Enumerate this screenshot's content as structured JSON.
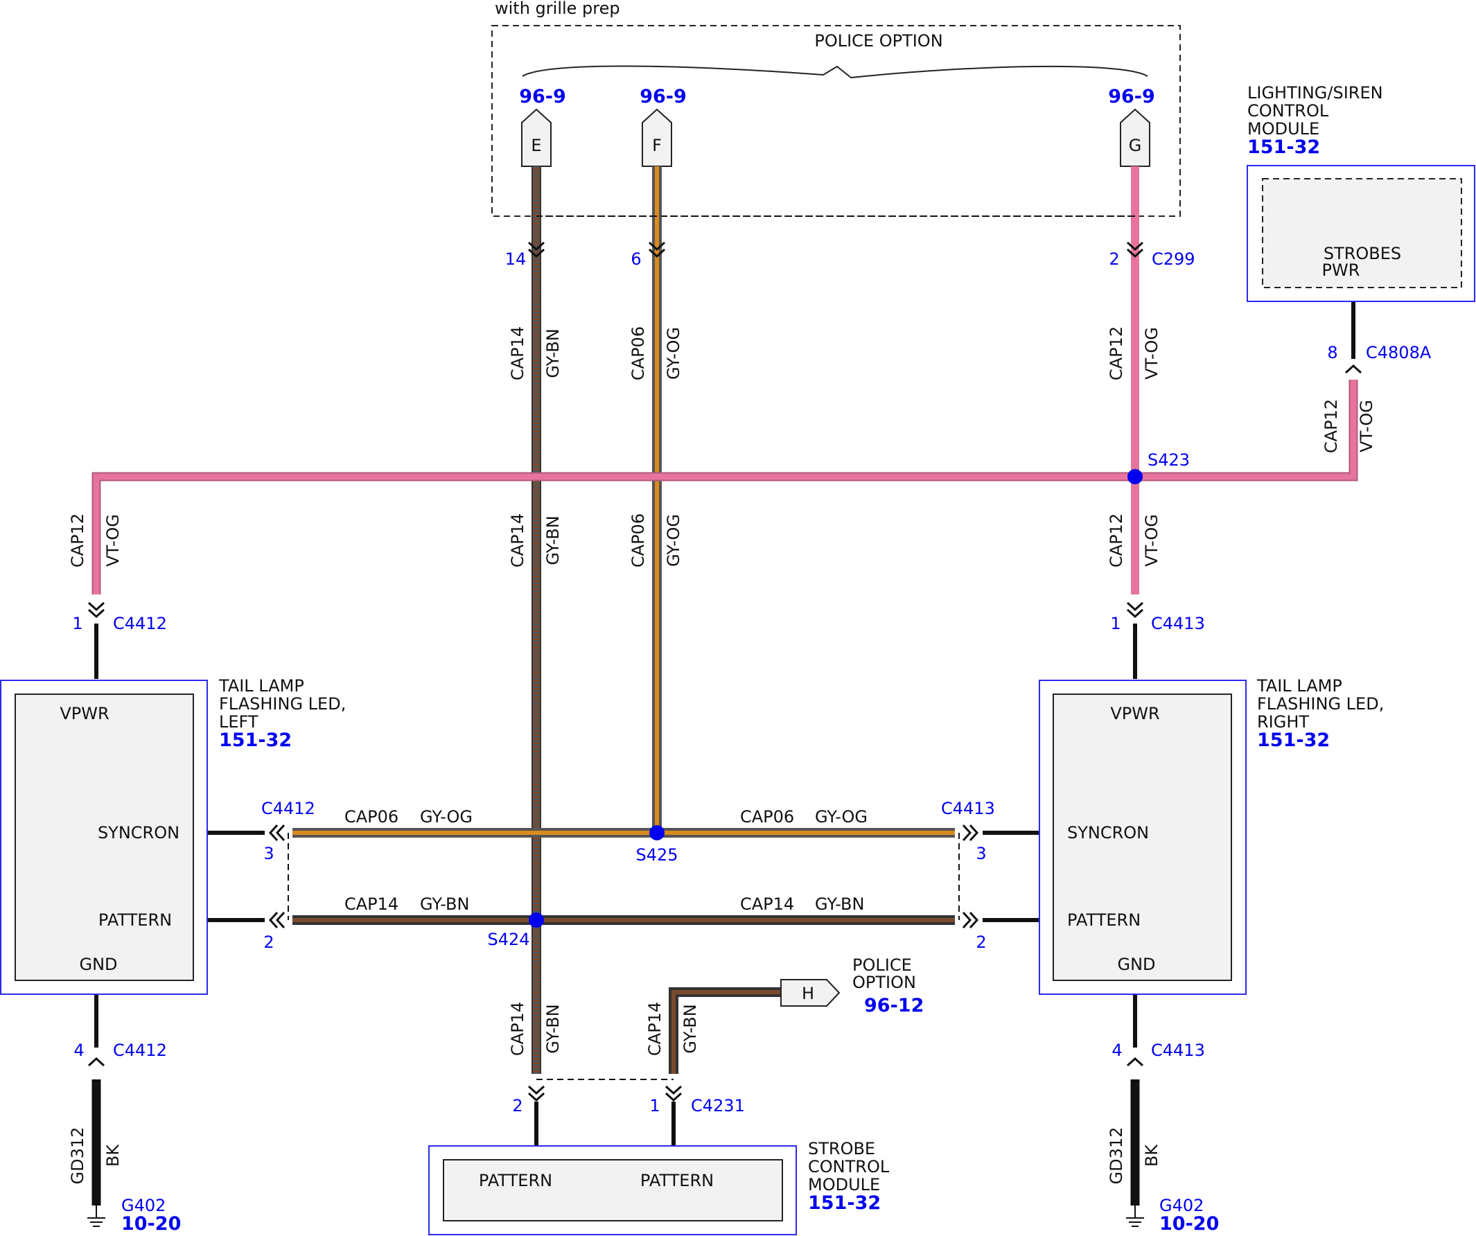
{
  "colors": {
    "wire_gy_bn": [
      "#555555",
      "#7b4a2d"
    ],
    "wire_gy_og": [
      "#777777",
      "#d98b1e"
    ],
    "wire_vt_og": "#e6749e",
    "link_blue": "#0000ee",
    "splice_blue": "#0000ee",
    "module_fill": "#f2f2f2",
    "module_border_blue": "#2a2aee"
  },
  "police_option_top": {
    "note": "with grille prep",
    "title": "POLICE OPTION",
    "pages": [
      "96-9",
      "96-9",
      "96-9"
    ],
    "pins": [
      "E",
      "F",
      "G"
    ]
  },
  "connector_c299": {
    "name": "C299",
    "pins": [
      "14",
      "6",
      "2"
    ]
  },
  "wires": {
    "cap14": "CAP14",
    "gy_bn": "GY-BN",
    "cap06": "CAP06",
    "gy_og": "GY-OG",
    "cap12": "CAP12",
    "vt_og": "VT-OG",
    "gd312": "GD312",
    "bk": "BK"
  },
  "splices": {
    "s423": "S423",
    "s425": "S425",
    "s424": "S424"
  },
  "lighting_siren_module": {
    "title_lines": [
      "LIGHTING/SIREN",
      "CONTROL",
      "MODULE"
    ],
    "page": "151-32",
    "pin_lines": [
      "STROBES",
      "PWR"
    ],
    "connector": "C4808A",
    "pin": "8"
  },
  "tail_lamp_left": {
    "title_lines": [
      "TAIL LAMP",
      "FLASHING LED,",
      "LEFT"
    ],
    "page": "151-32",
    "pins": {
      "vpwr": "VPWR",
      "syncron": "SYNCRON",
      "pattern": "PATTERN",
      "gnd": "GND"
    },
    "connector": "C4412",
    "pin_vpwr": "1",
    "pin_syncron": "3",
    "pin_pattern": "2",
    "pin_gnd": "4"
  },
  "tail_lamp_right": {
    "title_lines": [
      "TAIL LAMP",
      "FLASHING LED,",
      "RIGHT"
    ],
    "page": "151-32",
    "pins": {
      "vpwr": "VPWR",
      "syncron": "SYNCRON",
      "pattern": "PATTERN",
      "gnd": "GND"
    },
    "connector": "C4413",
    "pin_vpwr": "1",
    "pin_syncron": "3",
    "pin_pattern": "2",
    "pin_gnd": "4"
  },
  "police_option_h": {
    "pin": "H",
    "title_lines": [
      "POLICE",
      "OPTION"
    ],
    "page": "96-12"
  },
  "strobe_control_module": {
    "title_lines": [
      "STROBE",
      "CONTROL",
      "MODULE"
    ],
    "page": "151-32",
    "pins": [
      "PATTERN",
      "PATTERN"
    ],
    "connector": "C4231",
    "pin_numbers": [
      "2",
      "1"
    ]
  },
  "grounds": {
    "left": {
      "name": "G402",
      "page": "10-20"
    },
    "right": {
      "name": "G402",
      "page": "10-20"
    }
  }
}
